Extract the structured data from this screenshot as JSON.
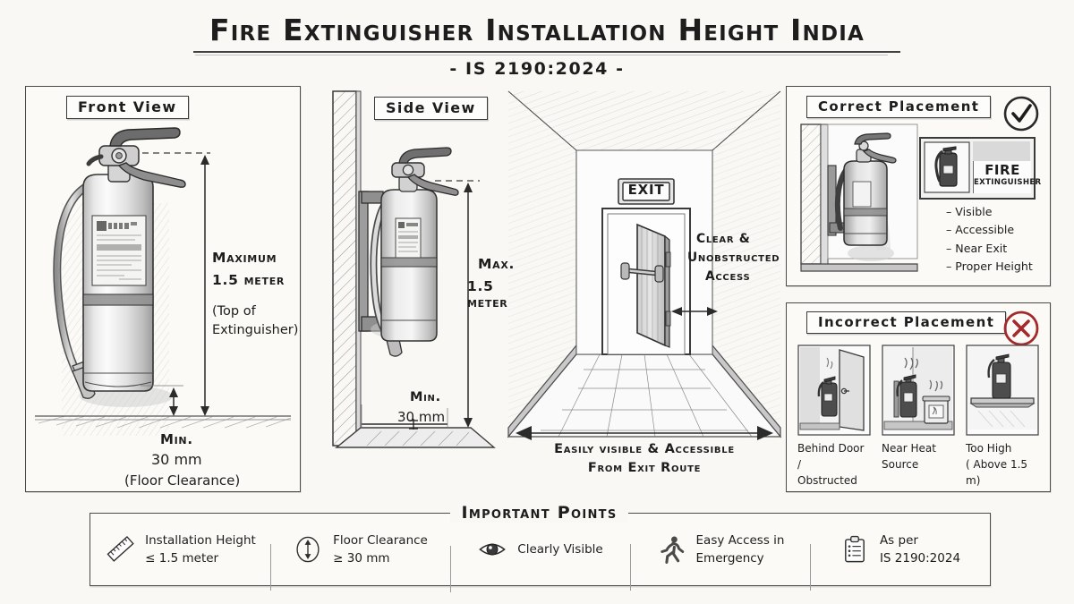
{
  "header": {
    "title": "Fire Extinguisher Installation Height India",
    "subtitle": "- IS 2190:2024 -"
  },
  "front_view": {
    "label": "Front View",
    "max_line1": "Maximum",
    "max_line2": "1.5 meter",
    "max_note1": "(Top of",
    "max_note2": "Extinguisher)",
    "min_line1": "Min.",
    "min_line2": "30 mm",
    "min_note": "(Floor Clearance)"
  },
  "side_view": {
    "label": "Side View",
    "max_line1": "Max.",
    "max_line2": "1.5 meter",
    "min_line1": "Min.",
    "min_line2": "30 mm"
  },
  "corridor": {
    "exit_sign": "EXIT",
    "access_line1": "Clear &",
    "access_line2": "Unobstructed",
    "access_line3": "Access",
    "bottom_line1": "Easily visible & Accessible",
    "bottom_line2": "From Exit Route"
  },
  "correct": {
    "label": "Correct Placement",
    "status_icon": "check-circle-icon",
    "sign_line1": "FIRE",
    "sign_line2": "EXTINGUISHER",
    "bullets": [
      "– Visible",
      "– Accessible",
      "– Near Exit",
      "– Proper Height"
    ]
  },
  "incorrect": {
    "label": "Incorrect Placement",
    "status_icon": "x-circle-icon",
    "status_color": "#a3292b",
    "items": [
      {
        "line1": "Behind Door /",
        "line2": "Obstructed",
        "icon": "extinguisher-behind-door-icon"
      },
      {
        "line1": "Near Heat",
        "line2": "Source",
        "icon": "extinguisher-near-heater-icon"
      },
      {
        "line1": "Too High",
        "line2": "( Above 1.5 m)",
        "icon": "extinguisher-too-high-icon"
      }
    ]
  },
  "important_points": {
    "title": "Important Points",
    "items": [
      {
        "icon": "ruler-icon",
        "line1": "Installation Height",
        "line2": "≤ 1.5 meter"
      },
      {
        "icon": "updown-arrow-circle-icon",
        "line1": "Floor Clearance",
        "line2": "≥ 30 mm"
      },
      {
        "icon": "eye-icon",
        "line1": "Clearly Visible",
        "line2": ""
      },
      {
        "icon": "running-person-icon",
        "line1": "Easy Access in",
        "line2": "Emergency"
      },
      {
        "icon": "clipboard-icon",
        "line1": "As per",
        "line2": "IS 2190:2024"
      }
    ]
  },
  "colors": {
    "background": "#f9f8f5",
    "ink": "#1d1d1d",
    "panel": "#fbfaf7",
    "error": "#a3292b"
  }
}
